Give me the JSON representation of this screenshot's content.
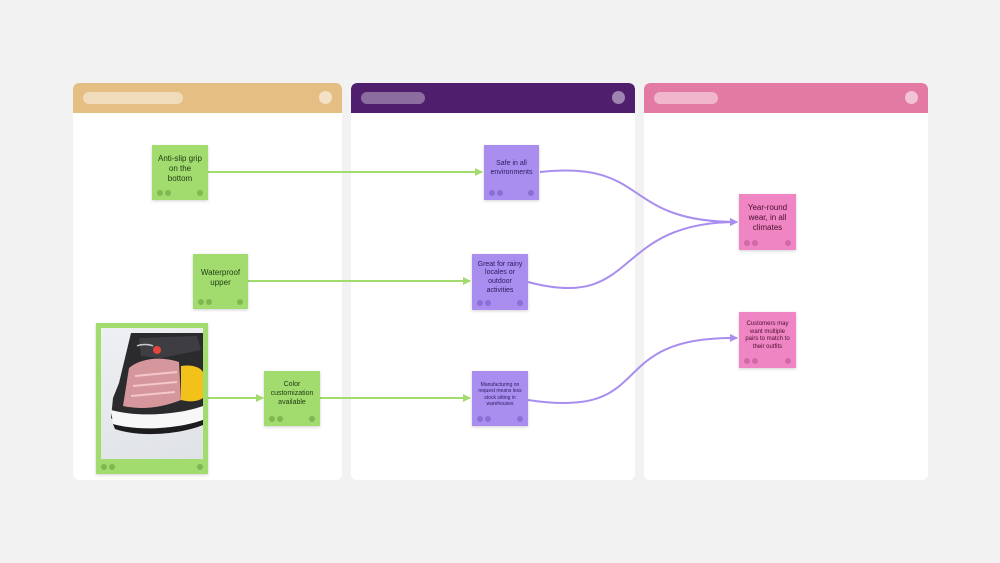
{
  "columns": [
    {
      "header_color": "#e4be82"
    },
    {
      "header_color": "#4f1f6e"
    },
    {
      "header_color": "#e37aa3"
    }
  ],
  "notes": {
    "anti_slip": "Anti-slip grip on the bottom",
    "waterproof": "Waterproof upper",
    "color_custom": "Color customization available",
    "safe": "Safe in all environments",
    "rainy": "Great for rainy locales or outdoor activities",
    "manufacturing": "Manufacturing on request means less stock sitting in warehouses",
    "year_round": "Year-round wear, in all climates",
    "multiple_pairs": "Customers may want multiple pairs to match to their outfits"
  },
  "image": {
    "icon": "sneaker-photo"
  },
  "colors": {
    "green": "#a3dc6e",
    "purple": "#a98ef0",
    "pink": "#ef85c2",
    "green_link": "#a3dc6e",
    "purple_link": "#a98ef0"
  }
}
